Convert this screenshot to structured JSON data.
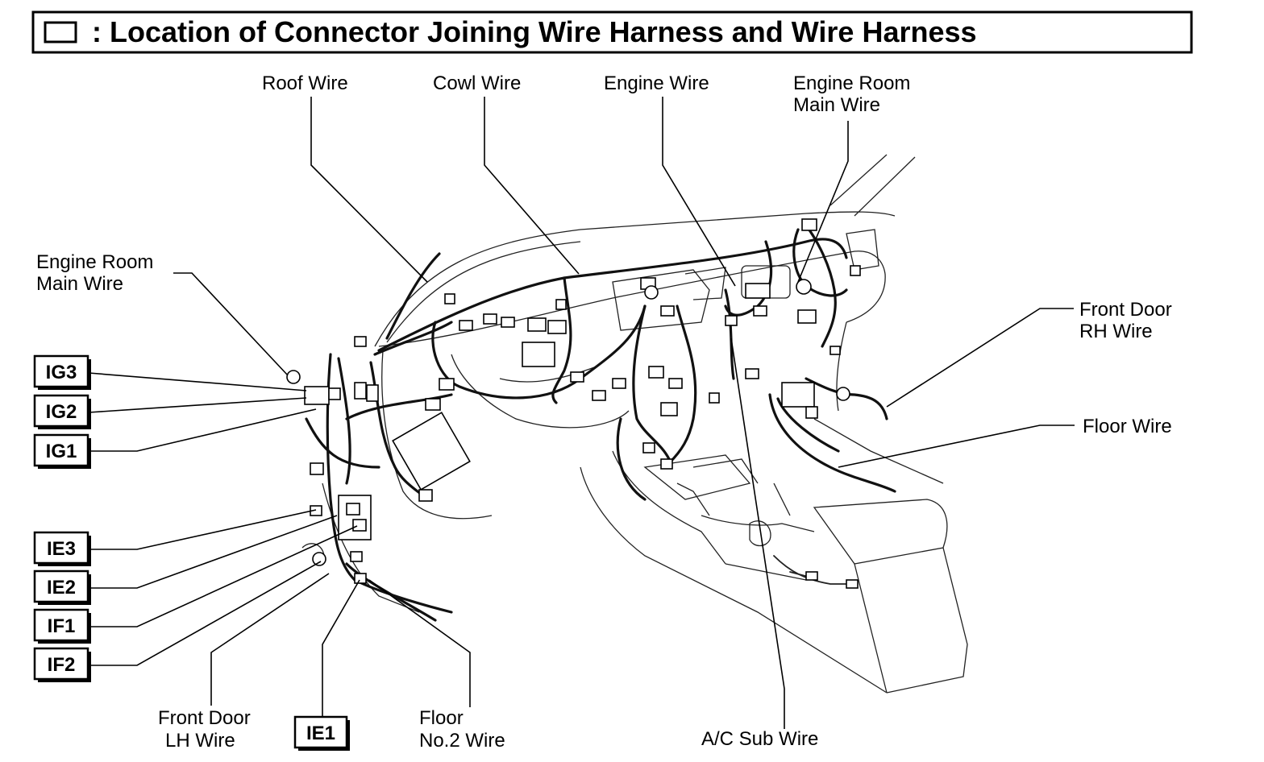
{
  "title": {
    "icon": "connector-box-icon",
    "text": ": Location of Connector Joining Wire Harness and Wire Harness"
  },
  "labels": {
    "roof_wire": "Roof Wire",
    "cowl_wire": "Cowl Wire",
    "engine_wire": "Engine Wire",
    "engine_room_main_wire_top": [
      "Engine Room",
      "Main Wire"
    ],
    "engine_room_main_wire_left": [
      "Engine Room",
      "Main Wire"
    ],
    "front_door_rh_wire": [
      "Front Door",
      "RH Wire"
    ],
    "floor_wire": "Floor Wire",
    "front_door_lh_wire": [
      "Front Door",
      "LH Wire"
    ],
    "floor_no2_wire": [
      "Floor",
      "No.2 Wire"
    ],
    "ac_sub_wire": "A/C Sub Wire"
  },
  "connector_codes": {
    "ig3": "IG3",
    "ig2": "IG2",
    "ig1": "IG1",
    "ie3": "IE3",
    "ie2": "IE2",
    "if1": "IF1",
    "if2": "IF2",
    "ie1": "IE1"
  }
}
